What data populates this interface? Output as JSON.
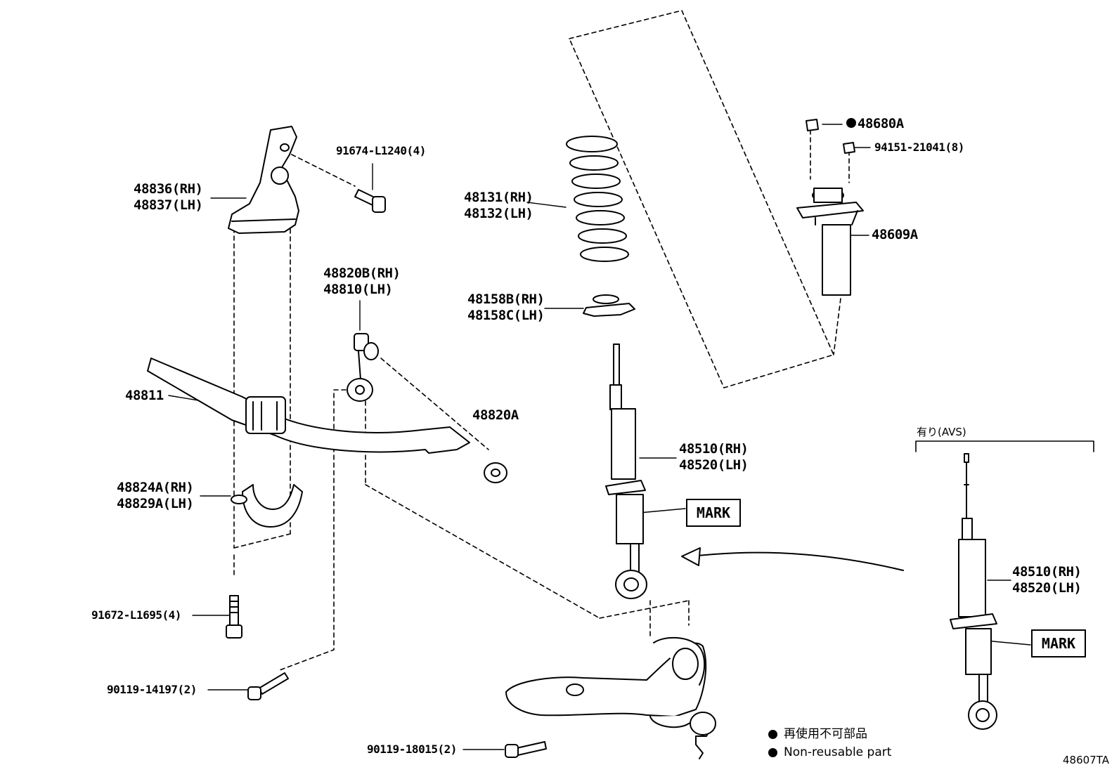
{
  "labels": {
    "bracket": [
      "48836(RH)",
      "48837(LH)"
    ],
    "bolt_top": "91674-L1240(4)",
    "spring": [
      "48131(RH)",
      "48132(LH)"
    ],
    "insulator": [
      "48158B(RH)",
      "48158C(LH)"
    ],
    "link": [
      "48820B(RH)",
      "48810(LH)"
    ],
    "stabilizer": "48811",
    "link_nut": "48820A",
    "bushing": [
      "48824A(RH)",
      "48829A(LH)"
    ],
    "bolt_lower": "91672-L1695(4)",
    "bolt_link": "90119-14197(2)",
    "bolt_arm": "90119-18015(2)",
    "nut_top": "48680A",
    "nut_mount": "94151-21041(8)",
    "support": "48609A",
    "absorber": [
      "48510(RH)",
      "48520(LH)"
    ],
    "absorber_avs": [
      "48510(RH)",
      "48520(LH)"
    ],
    "mark": "MARK",
    "mark_avs": "MARK",
    "avs_header": "有り(AVS)"
  },
  "legend": {
    "jp": "再使用不可部品",
    "en": "Non-reusable part"
  },
  "diagram_code": "48607TA"
}
